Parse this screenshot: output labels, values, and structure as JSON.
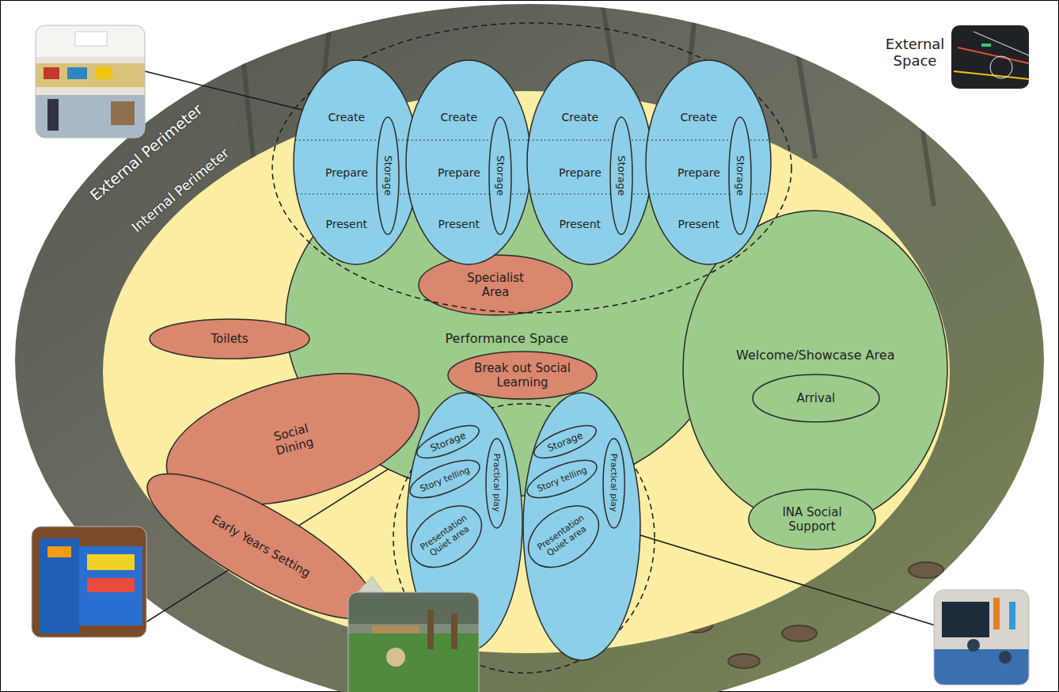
{
  "diagram": {
    "nodes": [
      {
        "text": [
          "Create",
          "Prepare",
          "Present"
        ]
      },
      {
        "text": [
          "Storage"
        ],
        "in": 0
      },
      {
        "text": [
          "Create",
          "Prepare",
          "Present"
        ]
      },
      {
        "text": [
          "Storage"
        ],
        "in": 2
      },
      {
        "text": [
          "Create",
          "Prepare",
          "Present"
        ]
      },
      {
        "text": [
          "Storage"
        ],
        "in": 4
      },
      {
        "text": [
          "Create",
          "Prepare",
          "Present"
        ]
      },
      {
        "text": [
          "Storage"
        ],
        "in": 6
      },
      {
        "text": [
          "Performance Space"
        ]
      },
      {
        "text": [
          "Specialist Area"
        ],
        "in": 8
      },
      {
        "text": [
          "Toilets"
        ]
      },
      {
        "text": [
          "Welcome/Showcase Area"
        ]
      },
      {
        "text": [
          "Arrival"
        ],
        "in": 11
      },
      {
        "text": [
          "Break out Social Learning"
        ],
        "in": 8
      },
      {
        "text": [
          "Social Dining"
        ]
      },
      {
        "text": [
          "INA Social Support"
        ]
      },
      {
        "text": [
          "Early Years Setting"
        ]
      },
      {
        "text": []
      },
      {
        "text": [
          "Storage"
        ],
        "in": 17
      },
      {
        "text": [
          "Story telling"
        ],
        "in": 17
      },
      {
        "text": [
          "Presentation Quiet area"
        ],
        "in": 17
      },
      {
        "text": [
          "Practical play"
        ],
        "in": 17
      },
      {
        "text": []
      },
      {
        "text": [
          "Storage"
        ],
        "in": 22
      },
      {
        "text": [
          "Story telling"
        ],
        "in": 22
      },
      {
        "text": [
          "Presentation Quiet area"
        ],
        "in": 22
      },
      {
        "text": [
          "Practical play"
        ],
        "in": 22
      }
    ],
    "labels": [
      "External Perimeter",
      "Internal Perimeter",
      "External Space"
    ]
  }
}
